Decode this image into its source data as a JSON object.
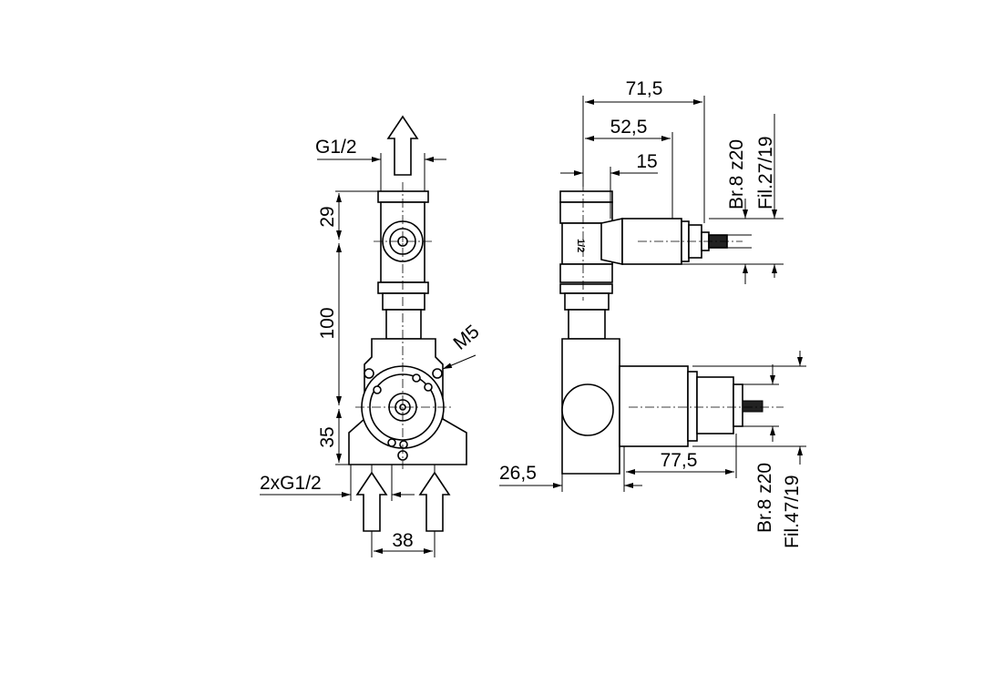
{
  "front_view": {
    "top_thread": "G1/2",
    "dim_top": "29",
    "dim_middle": "100",
    "dim_bottom": "35",
    "screw": "M5",
    "inlet_thread": "2xG1/2",
    "inlet_spacing": "38"
  },
  "side_view": {
    "dim_71": "71,5",
    "dim_52": "52,5",
    "dim_15": "15",
    "upper_spline": "Br.8 z20",
    "upper_fil": "Fil.27/19",
    "dim_26": "26,5",
    "dim_77": "77,5",
    "lower_spline": "Br.8 z20",
    "lower_fil": "Fil.47/19"
  }
}
